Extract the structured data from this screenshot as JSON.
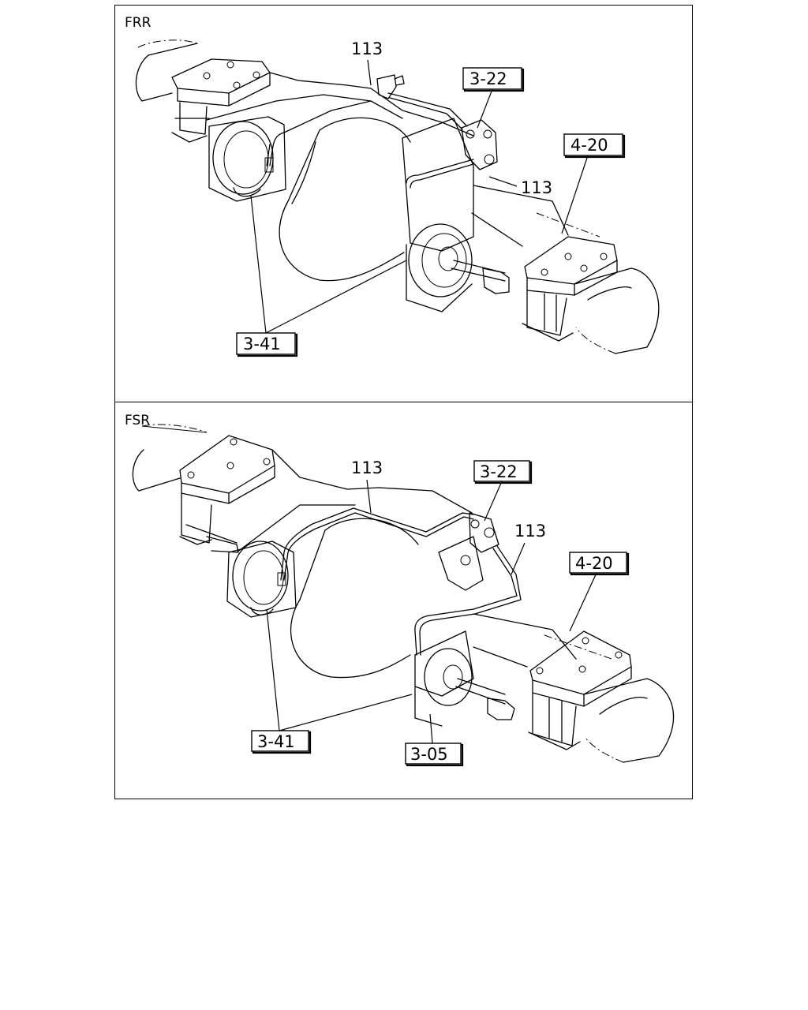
{
  "panels": [
    {
      "variant": "FRR",
      "callouts": {
        "brake_line_upper": "113",
        "brake_line_right": "113",
        "valve": "3-22",
        "axle_housing": "4-20",
        "brake_chamber": "3-41"
      }
    },
    {
      "variant": "FSR",
      "callouts": {
        "brake_line_upper": "113",
        "brake_line_right": "113",
        "valve": "3-22",
        "axle_housing": "4-20",
        "brake_chamber": "3-41",
        "brake_assembly": "3-05"
      }
    }
  ]
}
